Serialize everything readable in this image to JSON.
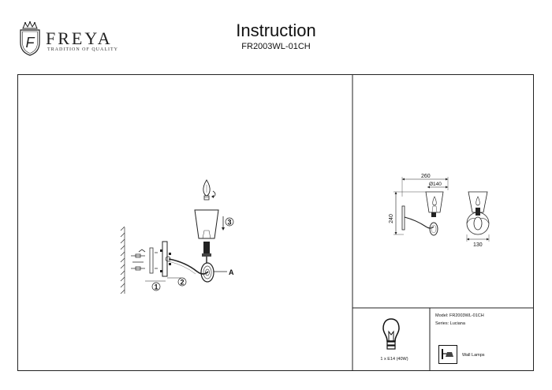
{
  "brand": {
    "name": "FREYA",
    "tagline": "TRADITION OF QUALITY",
    "monogram": "F"
  },
  "header": {
    "title": "Instruction",
    "model": "FR2003WL-01CH"
  },
  "assembly": {
    "step_labels": [
      "1",
      "2",
      "3"
    ],
    "part_label": "A"
  },
  "dimensions": {
    "width": "260",
    "shade_diameter": "Ø140",
    "height": "240",
    "depth": "130"
  },
  "bulb": {
    "spec": "1 x E14 (40W)"
  },
  "details": {
    "model_line": "Model: FR2003WL-01CH",
    "series_line": "Series: Luciana",
    "category": "Wall Lamps"
  }
}
